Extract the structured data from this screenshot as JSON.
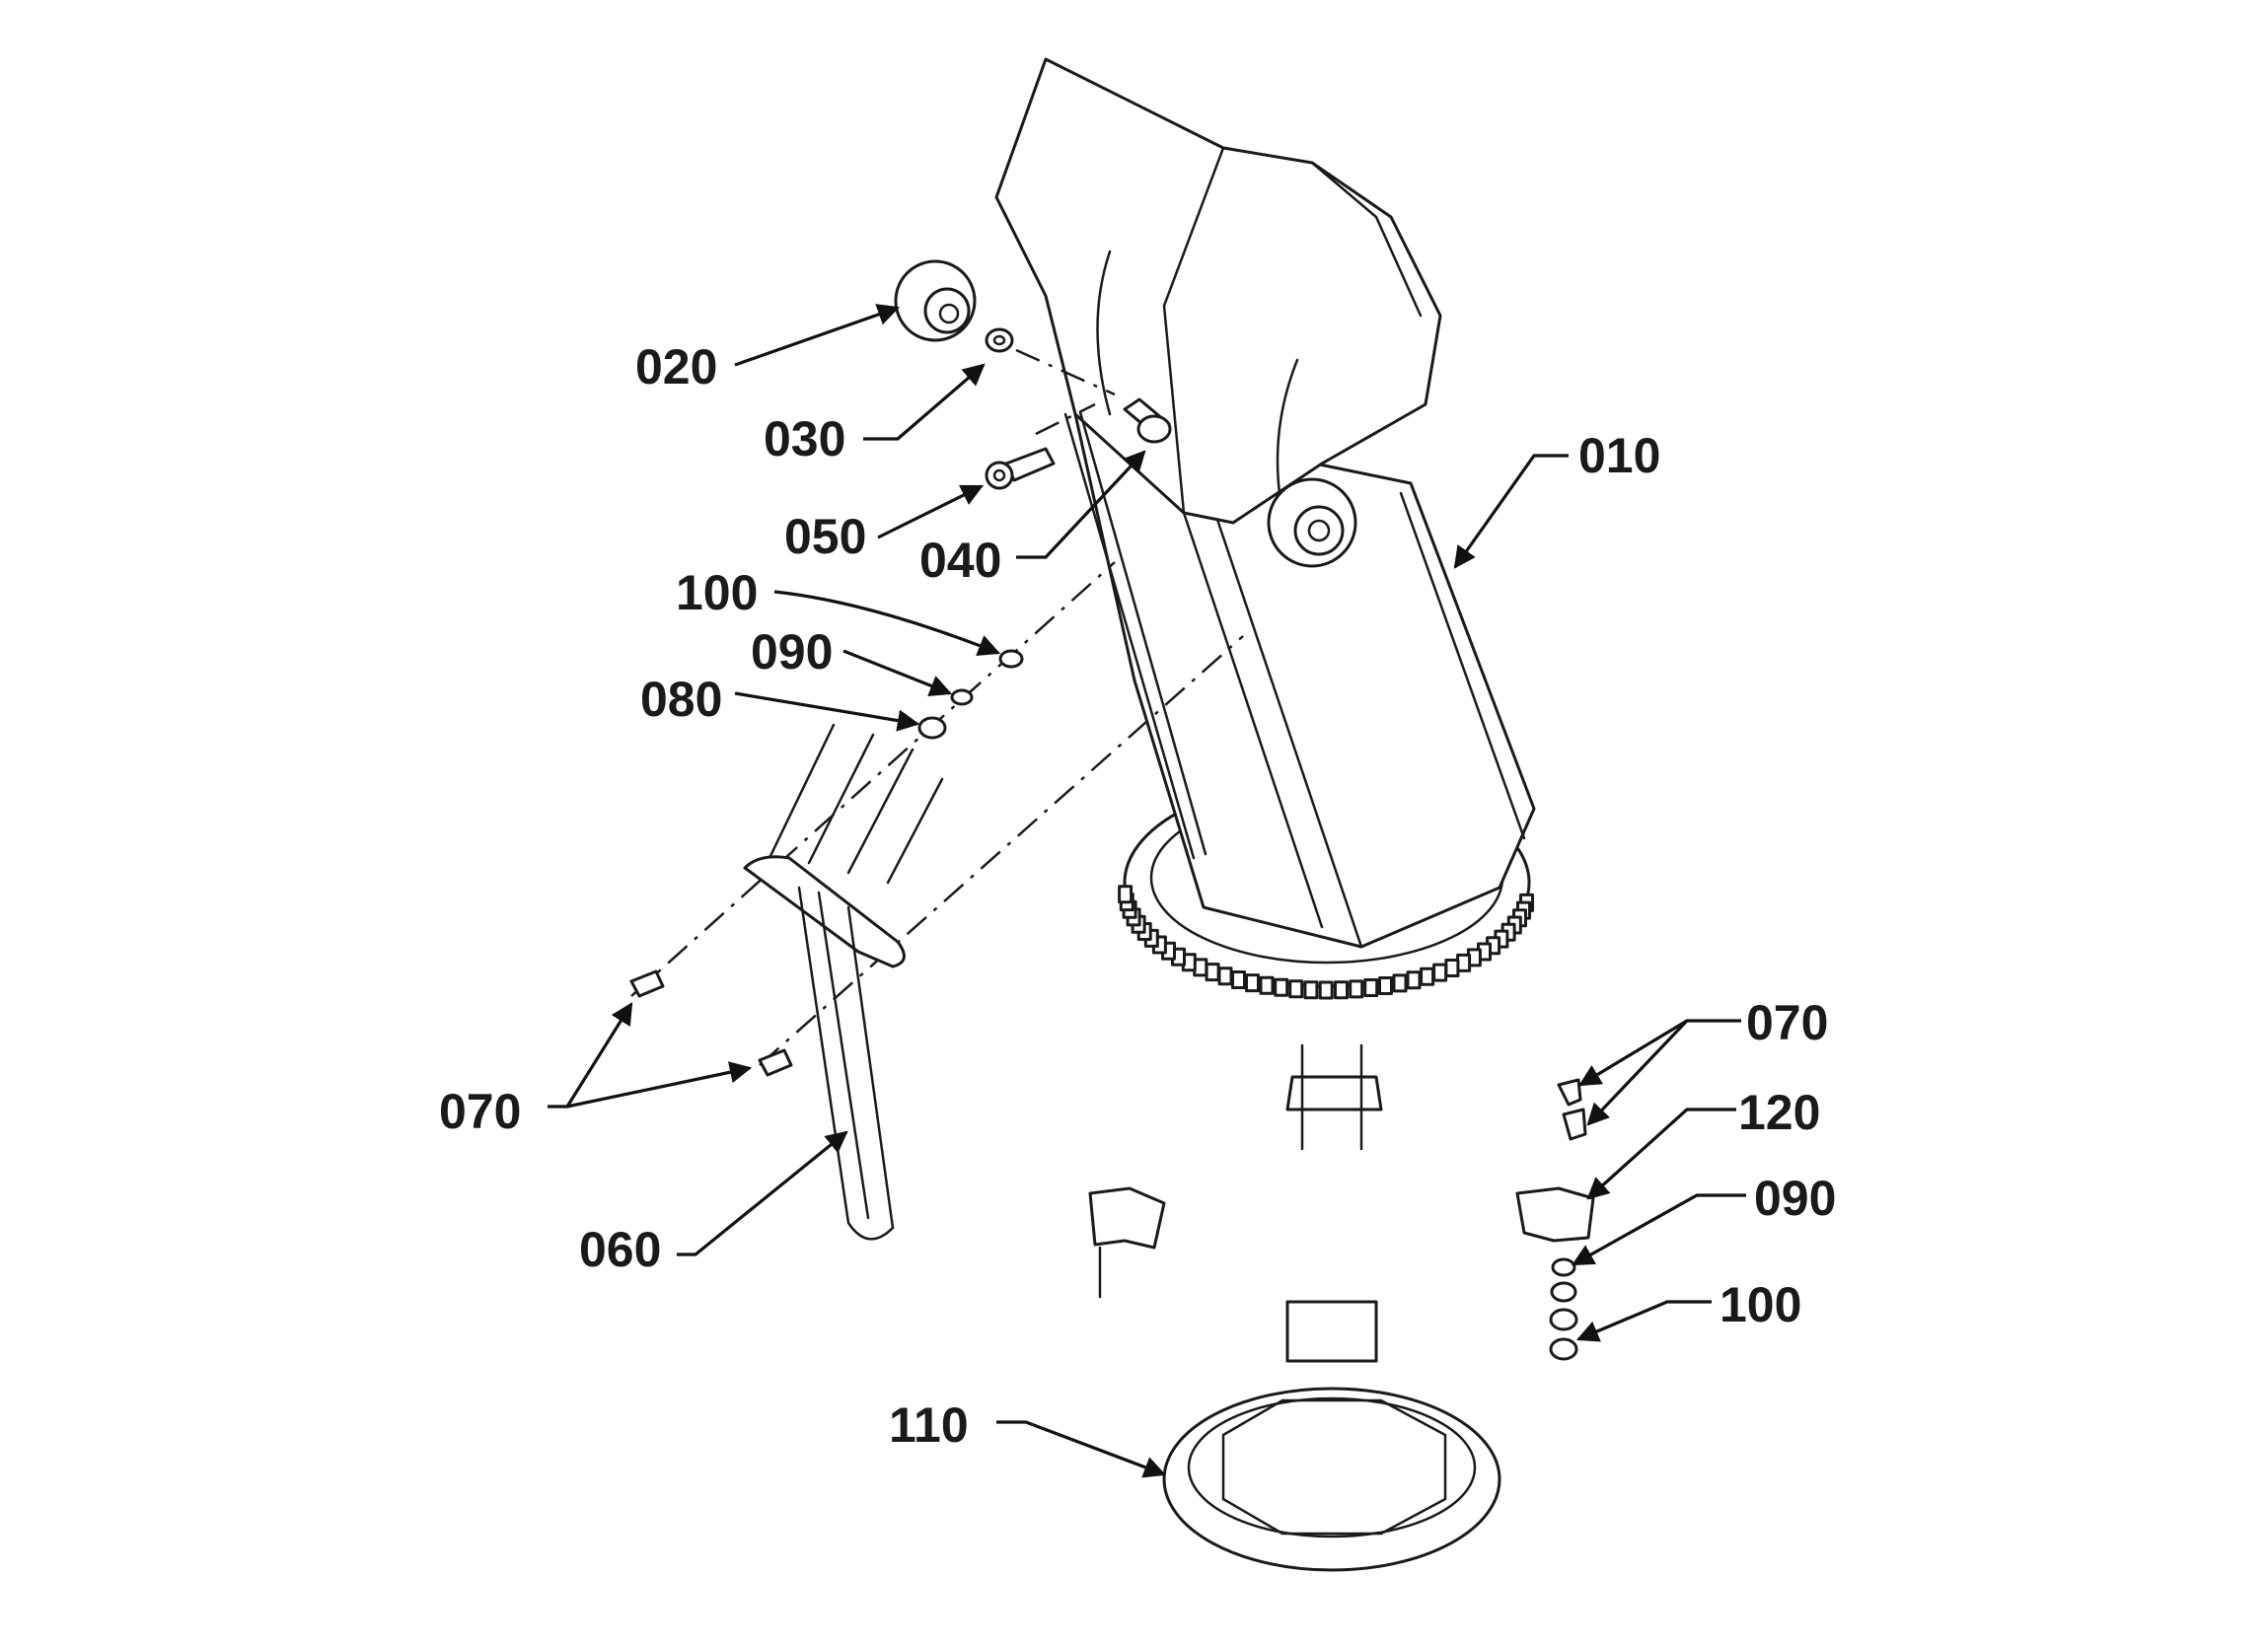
{
  "diagram": {
    "type": "exploded-parts-diagram",
    "line_color": "#1a1a1a",
    "background": "#ffffff",
    "callouts": {
      "c010": "010",
      "c020": "020",
      "c030": "030",
      "c040": "040",
      "c050": "050",
      "c060": "060",
      "c070_left": "070",
      "c070_right": "070",
      "c080": "080",
      "c090_left": "090",
      "c090_right": "090",
      "c100_left": "100",
      "c100_right": "100",
      "c110": "110",
      "c120": "120"
    }
  }
}
